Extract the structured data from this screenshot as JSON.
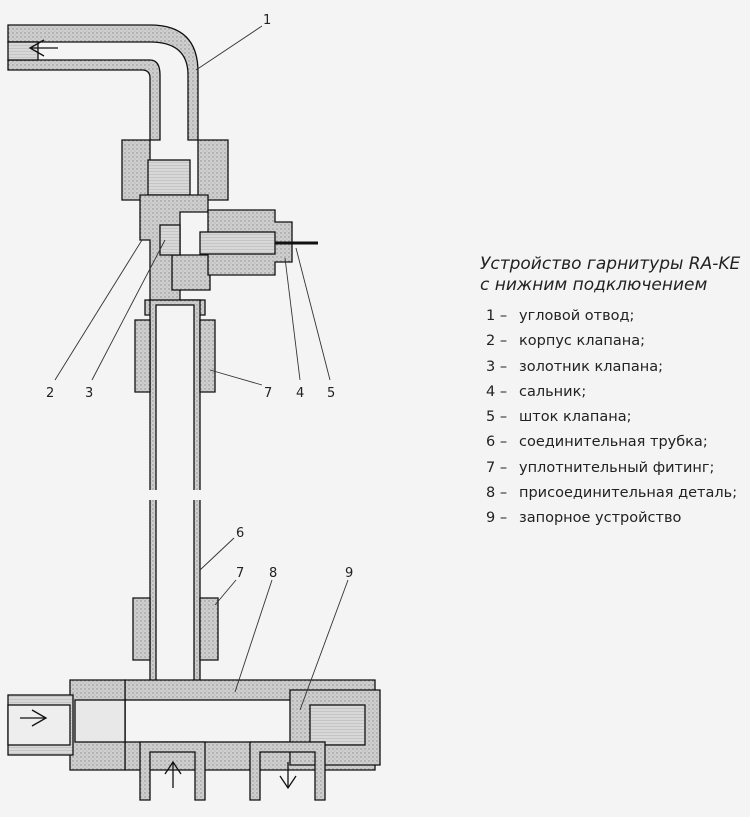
{
  "title_line1": "Устройство гарнитуры RA-KE",
  "title_line2": "с нижним подключением",
  "items": [
    {
      "num": "1 –",
      "text": "угловой отвод;"
    },
    {
      "num": "2 –",
      "text": "корпус клапана;"
    },
    {
      "num": "3 –",
      "text": "золотник клапана;"
    },
    {
      "num": "4 –",
      "text": "сальник;"
    },
    {
      "num": "5 –",
      "text": "шток клапана;"
    },
    {
      "num": "6 –",
      "text": "соединительная трубка;"
    },
    {
      "num": "7 –",
      "text": "уплотнительный фитинг;"
    },
    {
      "num": "8 –",
      "text": "присоединительная деталь;"
    },
    {
      "num": "9 –",
      "text": "запорное устройство"
    }
  ],
  "callouts": [
    "1",
    "2",
    "3",
    "7",
    "4",
    "5",
    "6",
    "7",
    "8",
    "9"
  ]
}
